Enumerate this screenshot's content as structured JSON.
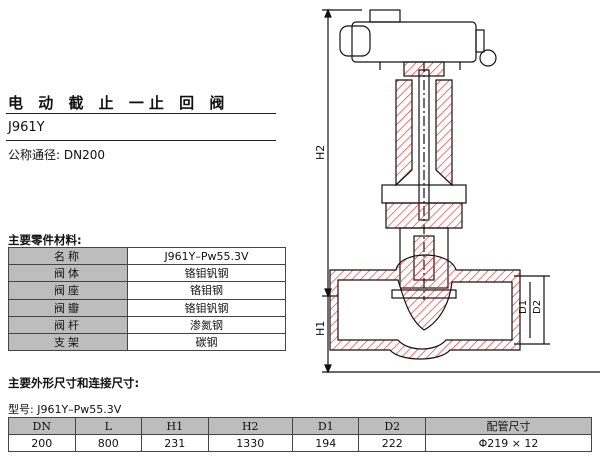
{
  "title": "电 动 截 止 一止 回 阀",
  "model": "J961Y",
  "nominal_diameter": "公称通径: DN200",
  "materials": {
    "heading": "主要零件材料:",
    "rows": [
      {
        "part": "名称",
        "material": "J961Y–Pw55.3V"
      },
      {
        "part": "阀体",
        "material": "铬钼钒钢"
      },
      {
        "part": "阀座",
        "material": "铬钼钢"
      },
      {
        "part": "阀瓣",
        "material": "铬钼钒钢"
      },
      {
        "part": "阀杆",
        "material": "渗氮钢"
      },
      {
        "part": "支架",
        "material": "碳钢"
      }
    ]
  },
  "dimensions": {
    "heading": "主要外形尺寸和连接尺寸:",
    "model_line": "型号: J961Y–Pw55.3V",
    "headers": [
      "DN",
      "L",
      "H1",
      "H2",
      "D1",
      "D2",
      "配管尺寸"
    ],
    "row": [
      "200",
      "800",
      "231",
      "1330",
      "194",
      "222",
      "Φ219 × 12"
    ]
  },
  "drawing": {
    "labels": {
      "h2": "H2",
      "h1": "H1",
      "d1": "D1",
      "d2": "D2"
    },
    "colors": {
      "hatch": "#ff3333",
      "line": "#111111"
    }
  }
}
